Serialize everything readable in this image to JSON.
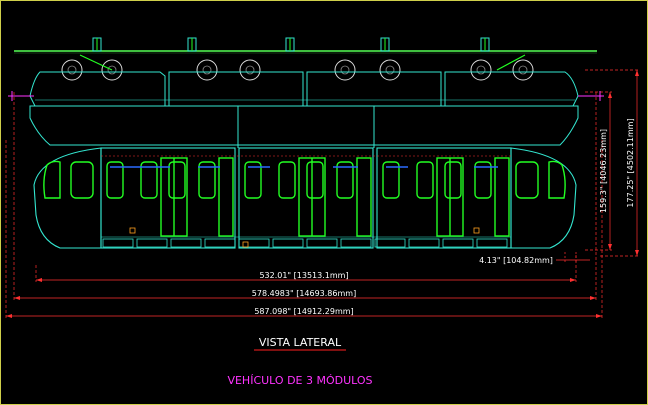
{
  "drawing": {
    "view_title": "VISTA LATERAL",
    "subtitle": "VEHÍCULO DE 3 MÓDULOS",
    "title_color": "#ffffff",
    "subtitle_color": "#ff33ff",
    "underline_color": "#ff2020"
  },
  "dimensions": {
    "length_inner": "532.01\" [13513.1mm]",
    "length_mid": "578.4983\" [14693.86mm]",
    "length_total": "587.098\" [14912.29mm]",
    "clearance": "4.13\" [104.82mm]",
    "height_car": "159.3\" [4046.23mm]",
    "height_total": "177.25\" [4502.11mm]"
  },
  "colors": {
    "body_outline": "#33e6d0",
    "windows": "#22ff22",
    "dimension_lines": "#ff3030",
    "rail": "#55ff55",
    "bogie": "#e0e0e0"
  }
}
